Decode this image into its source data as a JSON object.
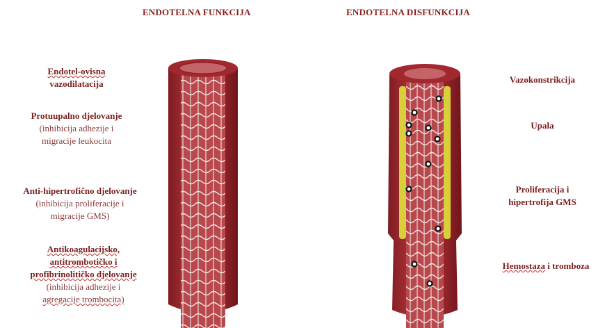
{
  "titles": {
    "left": "ENDOTELNA FUNKCIJA",
    "right": "ENDOTELNA DISFUNKCIJA"
  },
  "left_labels": [
    {
      "bold": [
        "Endotel-ovisna",
        "vazodilatacija"
      ],
      "normal": []
    },
    {
      "bold": [
        "Protuupalno djelovanje"
      ],
      "normal": [
        "(inhibicija adhezije i",
        "migracije leukocita"
      ]
    },
    {
      "bold": [
        "Anti-hipertrofično djelovanje"
      ],
      "normal": [
        "(inhibicija proliferacije i",
        "migracije GMS)"
      ]
    },
    {
      "bold": [
        "Antikoagulacijsko,",
        "antitrombotičko i",
        "profibrinolitičko  djelovanje"
      ],
      "normal": [
        "(inhibicija adhezije i",
        "agregacije trombocita)"
      ]
    }
  ],
  "right_labels": [
    {
      "bold": [
        "Vazokonstrikcija"
      ]
    },
    {
      "bold": [
        "Upala"
      ]
    },
    {
      "bold": [
        "Proliferacija i",
        "hipertrofija GMS"
      ]
    },
    {
      "bold": [
        "Hemostaza i tromboza"
      ]
    }
  ],
  "colors": {
    "vessel": "#a0282e",
    "vessel_dark": "#7e1c22",
    "lumen": "#b8484c",
    "plaque": "#d8cf3a"
  }
}
